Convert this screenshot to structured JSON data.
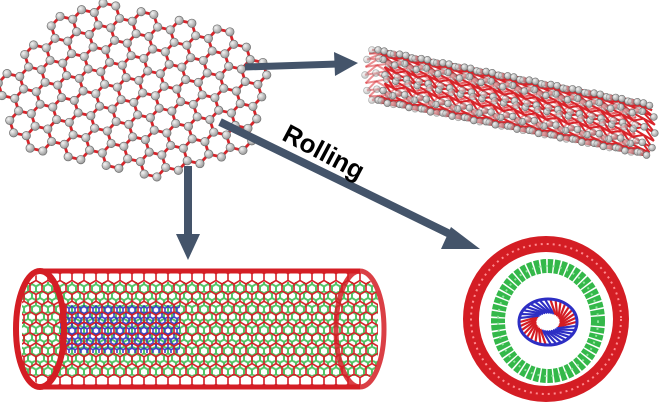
{
  "diagram": {
    "process_label": "Rolling",
    "colors": {
      "bond": "#d8242a",
      "atom_fill": "#b4b4b4",
      "atom_stroke": "#6e6e6e",
      "outer_wall": "#d41d24",
      "middle_wall": "#34b84a",
      "inner_wall": "#2d2ec4",
      "arrow": "#44546a",
      "label": "#000000"
    },
    "components": [
      {
        "id": "graphene-sheet",
        "kind": "flat honeycomb lattice"
      },
      {
        "id": "single-wall-nanotube",
        "kind": "rolled tube, side view"
      },
      {
        "id": "multi-wall-nanotube-side",
        "kind": "three concentric walls, side view"
      },
      {
        "id": "multi-wall-nanotube-end",
        "kind": "three concentric walls, end view"
      }
    ]
  }
}
